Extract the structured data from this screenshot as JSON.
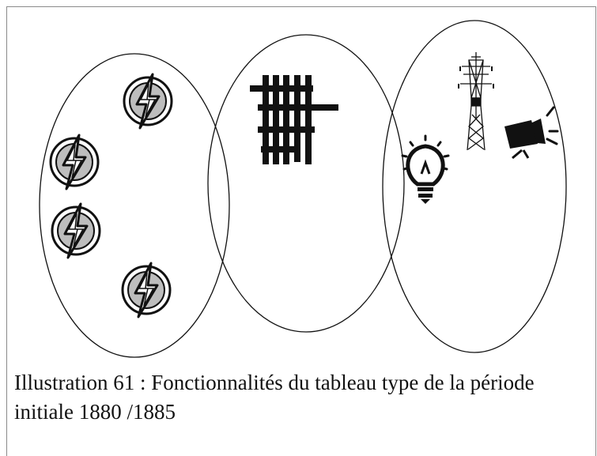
{
  "caption": {
    "text": "Illustration 61 :  Fonctionnalités du tableau type de la période initiale 1880 /1885"
  },
  "ovals": [
    {
      "group": "left",
      "icons": [
        "lightning-bolt-icon",
        "lightning-bolt-icon",
        "lightning-bolt-icon",
        "lightning-bolt-icon"
      ]
    },
    {
      "group": "center",
      "icons": [
        "grid-panel-icon"
      ]
    },
    {
      "group": "right",
      "icons": [
        "lightbulb-icon",
        "transmission-tower-icon",
        "camera-projector-icon"
      ]
    }
  ],
  "colors": {
    "stroke": "#111111",
    "bolt_fill": "#bdbdbd",
    "background": "#ffffff"
  }
}
